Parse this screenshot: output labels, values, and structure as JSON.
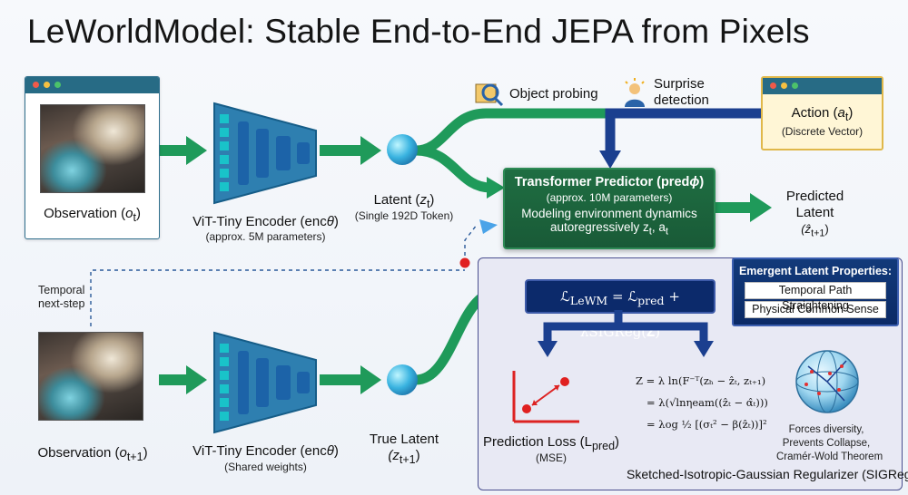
{
  "title": "LeWorldModel: Stable End-to-End JEPA from Pixels",
  "top": {
    "obs_label": "Observation (",
    "obs_sym": "o",
    "obs_sub": "t",
    "encoder_label": "ViT-Tiny Encoder (enc",
    "encoder_sub": "θ",
    "encoder_params": "(approx. 5M parameters)",
    "latent_label": "Latent (",
    "latent_sym": "z",
    "latent_sub": "t",
    "latent_note": "(Single 192D Token)"
  },
  "probes": {
    "object_probing": "Object probing",
    "surprise_line1": "Surprise",
    "surprise_line2": "detection"
  },
  "action": {
    "label": "Action (",
    "sym": "a",
    "sub": "t",
    "note": "(Discrete Vector)"
  },
  "predictor": {
    "title": "Transformer Predictor (pred",
    "title_sub": "ϕ",
    "params": "(approx. 10M parameters)",
    "desc1": "Modeling environment dynamics",
    "desc2": "autoregressively z",
    "desc2_sub1": "t",
    "desc2_mid": ", a",
    "desc2_sub2": "t"
  },
  "predicted": {
    "line1": "Predicted",
    "line2": "Latent",
    "sym": "(ẑ",
    "sub": "t+1"
  },
  "temporal": {
    "line1": "Temporal",
    "line2": "next-step"
  },
  "bottom": {
    "obs_label": "Observation (",
    "obs_sym": "o",
    "obs_sub": "t+1",
    "encoder_label": "ViT-Tiny Encoder (enc",
    "encoder_sub": "θ",
    "encoder_note": "(Shared weights)",
    "latent_label": "True Latent",
    "latent_sym": "(z",
    "latent_sub": "t+1"
  },
  "loss": {
    "formula_html": "ℒ<sub>LeWM</sub> = ℒ<sub>pred</sub> + λSIGReg(𝐙)",
    "pred_label": "Prediction Loss (L",
    "pred_sub": "pred",
    "pred_note": "(MSE)"
  },
  "properties": {
    "title": "Emergent Latent Properties:",
    "items": [
      "Temporal Path Straightening",
      "Physical Common Sense"
    ]
  },
  "sigreg": {
    "eq1": "Z = λ ln(F⁻ᵀ(zₕ − ẑₜ, zₜ₊₁)",
    "eq2": "= λ(√lnηeam((ẑₜ − α̂ₜ)))",
    "eq3": "= λog ½ [(σₜ² − β(ẑₜ))]²",
    "note1": "Forces diversity,",
    "note2": "Prevents Collapse,",
    "note3": "Cramér-Wold Theorem",
    "footer": "Sketched-Isotropic-Gaussian Regularizer (SIGReg)"
  },
  "colors": {
    "green_arrow": "#1f9a5a",
    "navy_arrow": "#1b3f8f",
    "window_bar": "#276b85",
    "panel": "#e8e9f4"
  }
}
